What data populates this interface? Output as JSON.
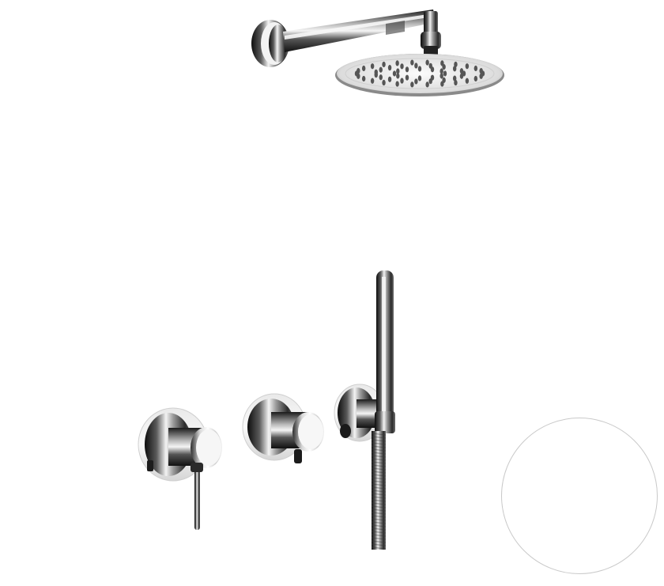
{
  "product_image": {
    "subject": "shower-set",
    "finish": "chrome",
    "components": [
      {
        "name": "rain-shower-head-with-wall-arm"
      },
      {
        "name": "single-lever-mixer"
      },
      {
        "name": "diverter-knob"
      },
      {
        "name": "hand-shower-with-holder-and-hose"
      }
    ]
  },
  "finish_options": {
    "items": [
      {
        "name": "white",
        "color": "#ffffff",
        "border": "#c9c9c9"
      }
    ]
  },
  "colors": {
    "background": "#ffffff",
    "chrome_light": "#f2f2f2",
    "chrome_mid": "#9a9a9a",
    "chrome_dark": "#1e1e1e"
  }
}
